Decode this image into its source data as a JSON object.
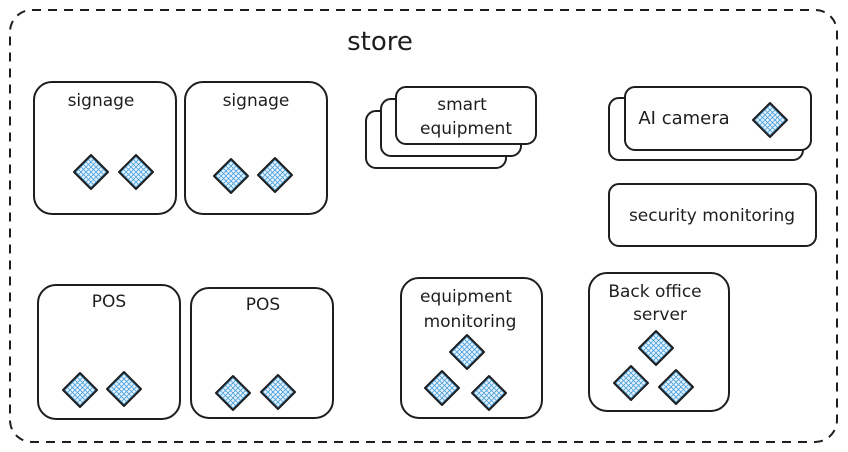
{
  "diagram": {
    "container_label": "store",
    "nodes": [
      {
        "id": "signage-1",
        "label": [
          "signage"
        ],
        "icons": 2
      },
      {
        "id": "signage-2",
        "label": [
          "signage"
        ],
        "icons": 2
      },
      {
        "id": "smart-equipment",
        "label": [
          "smart",
          "equipment"
        ],
        "stacked": true
      },
      {
        "id": "ai-camera",
        "label": [
          "AI camera"
        ],
        "icons": 1,
        "stacked": true
      },
      {
        "id": "security-monitoring",
        "label": [
          "security monitoring"
        ]
      },
      {
        "id": "pos-1",
        "label": [
          "POS"
        ],
        "icons": 2
      },
      {
        "id": "pos-2",
        "label": [
          "POS"
        ],
        "icons": 2
      },
      {
        "id": "equipment-monitoring",
        "label": [
          "equipment",
          "monitoring"
        ],
        "icons": 3
      },
      {
        "id": "back-office-server",
        "label": [
          "Back office",
          "server"
        ],
        "icons": 3
      }
    ],
    "colors": {
      "stroke": "#1e1e1e",
      "icon_stroke": "#1e1e1e",
      "icon_grid": "#4a9fd8",
      "icon_fill": "#e8f4ff",
      "background": "#ffffff"
    }
  }
}
